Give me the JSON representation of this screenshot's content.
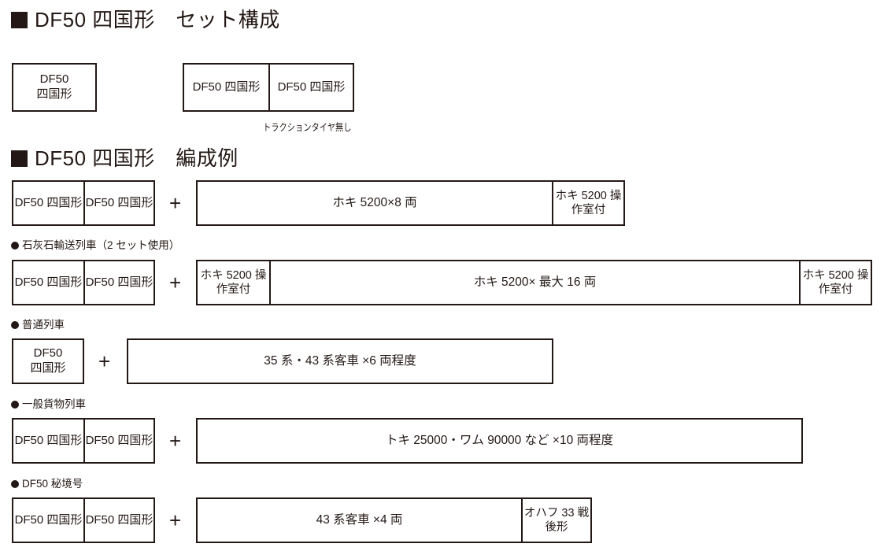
{
  "document": {
    "sections": [
      {
        "id": "set-composition",
        "heading": "DF50 四国形　セット構成",
        "bullet": "filled-square"
      },
      {
        "id": "formation-examples",
        "heading": "DF50 四国形　編成例",
        "bullet": "filled-square"
      }
    ]
  },
  "set_composition": {
    "single_set": {
      "car": {
        "line1": "DF50",
        "line2": "四国形"
      }
    },
    "double_set": {
      "cars": [
        {
          "line1": "DF50",
          "line2": "四国形"
        },
        {
          "line1": "DF50",
          "line2": "四国形"
        }
      ],
      "note": "トラクションタイヤ無し"
    }
  },
  "formations": [
    {
      "id": "formation-1",
      "label": "",
      "locos": [
        {
          "line1": "DF50",
          "line2": "四国形"
        },
        {
          "line1": "DF50",
          "line2": "四国形"
        }
      ],
      "plus": "+",
      "consist": "ホキ 5200×8 両",
      "tail": {
        "line1": "ホキ 5200",
        "line2": "操作室付"
      }
    },
    {
      "id": "formation-limestone",
      "label": "石灰石輸送列車（2 セット使用）",
      "locos": [
        {
          "line1": "DF50",
          "line2": "四国形"
        },
        {
          "line1": "DF50",
          "line2": "四国形"
        }
      ],
      "plus": "+",
      "head": {
        "line1": "ホキ 5200",
        "line2": "操作室付"
      },
      "consist": "ホキ 5200× 最大 16 両",
      "tail": {
        "line1": "ホキ 5200",
        "line2": "操作室付"
      }
    },
    {
      "id": "formation-local",
      "label": "普通列車",
      "locos": [
        {
          "line1": "DF50",
          "line2": "四国形"
        }
      ],
      "plus": "+",
      "consist": "35 系・43 系客車 ×6 両程度"
    },
    {
      "id": "formation-freight",
      "label": "一般貨物列車",
      "locos": [
        {
          "line1": "DF50",
          "line2": "四国形"
        },
        {
          "line1": "DF50",
          "line2": "四国形"
        }
      ],
      "plus": "+",
      "consist": "トキ 25000・ワム 90000 など ×10 両程度"
    },
    {
      "id": "formation-hikyogo",
      "label": "DF50 秘境号",
      "locos": [
        {
          "line1": "DF50",
          "line2": "四国形"
        },
        {
          "line1": "DF50",
          "line2": "四国形"
        }
      ],
      "plus": "+",
      "consist": "43 系客車 ×4 両",
      "tail": {
        "line1": "オハフ 33",
        "line2": "戦後形"
      }
    }
  ],
  "colors": {
    "ink": "#231815",
    "paper": "#ffffff"
  }
}
